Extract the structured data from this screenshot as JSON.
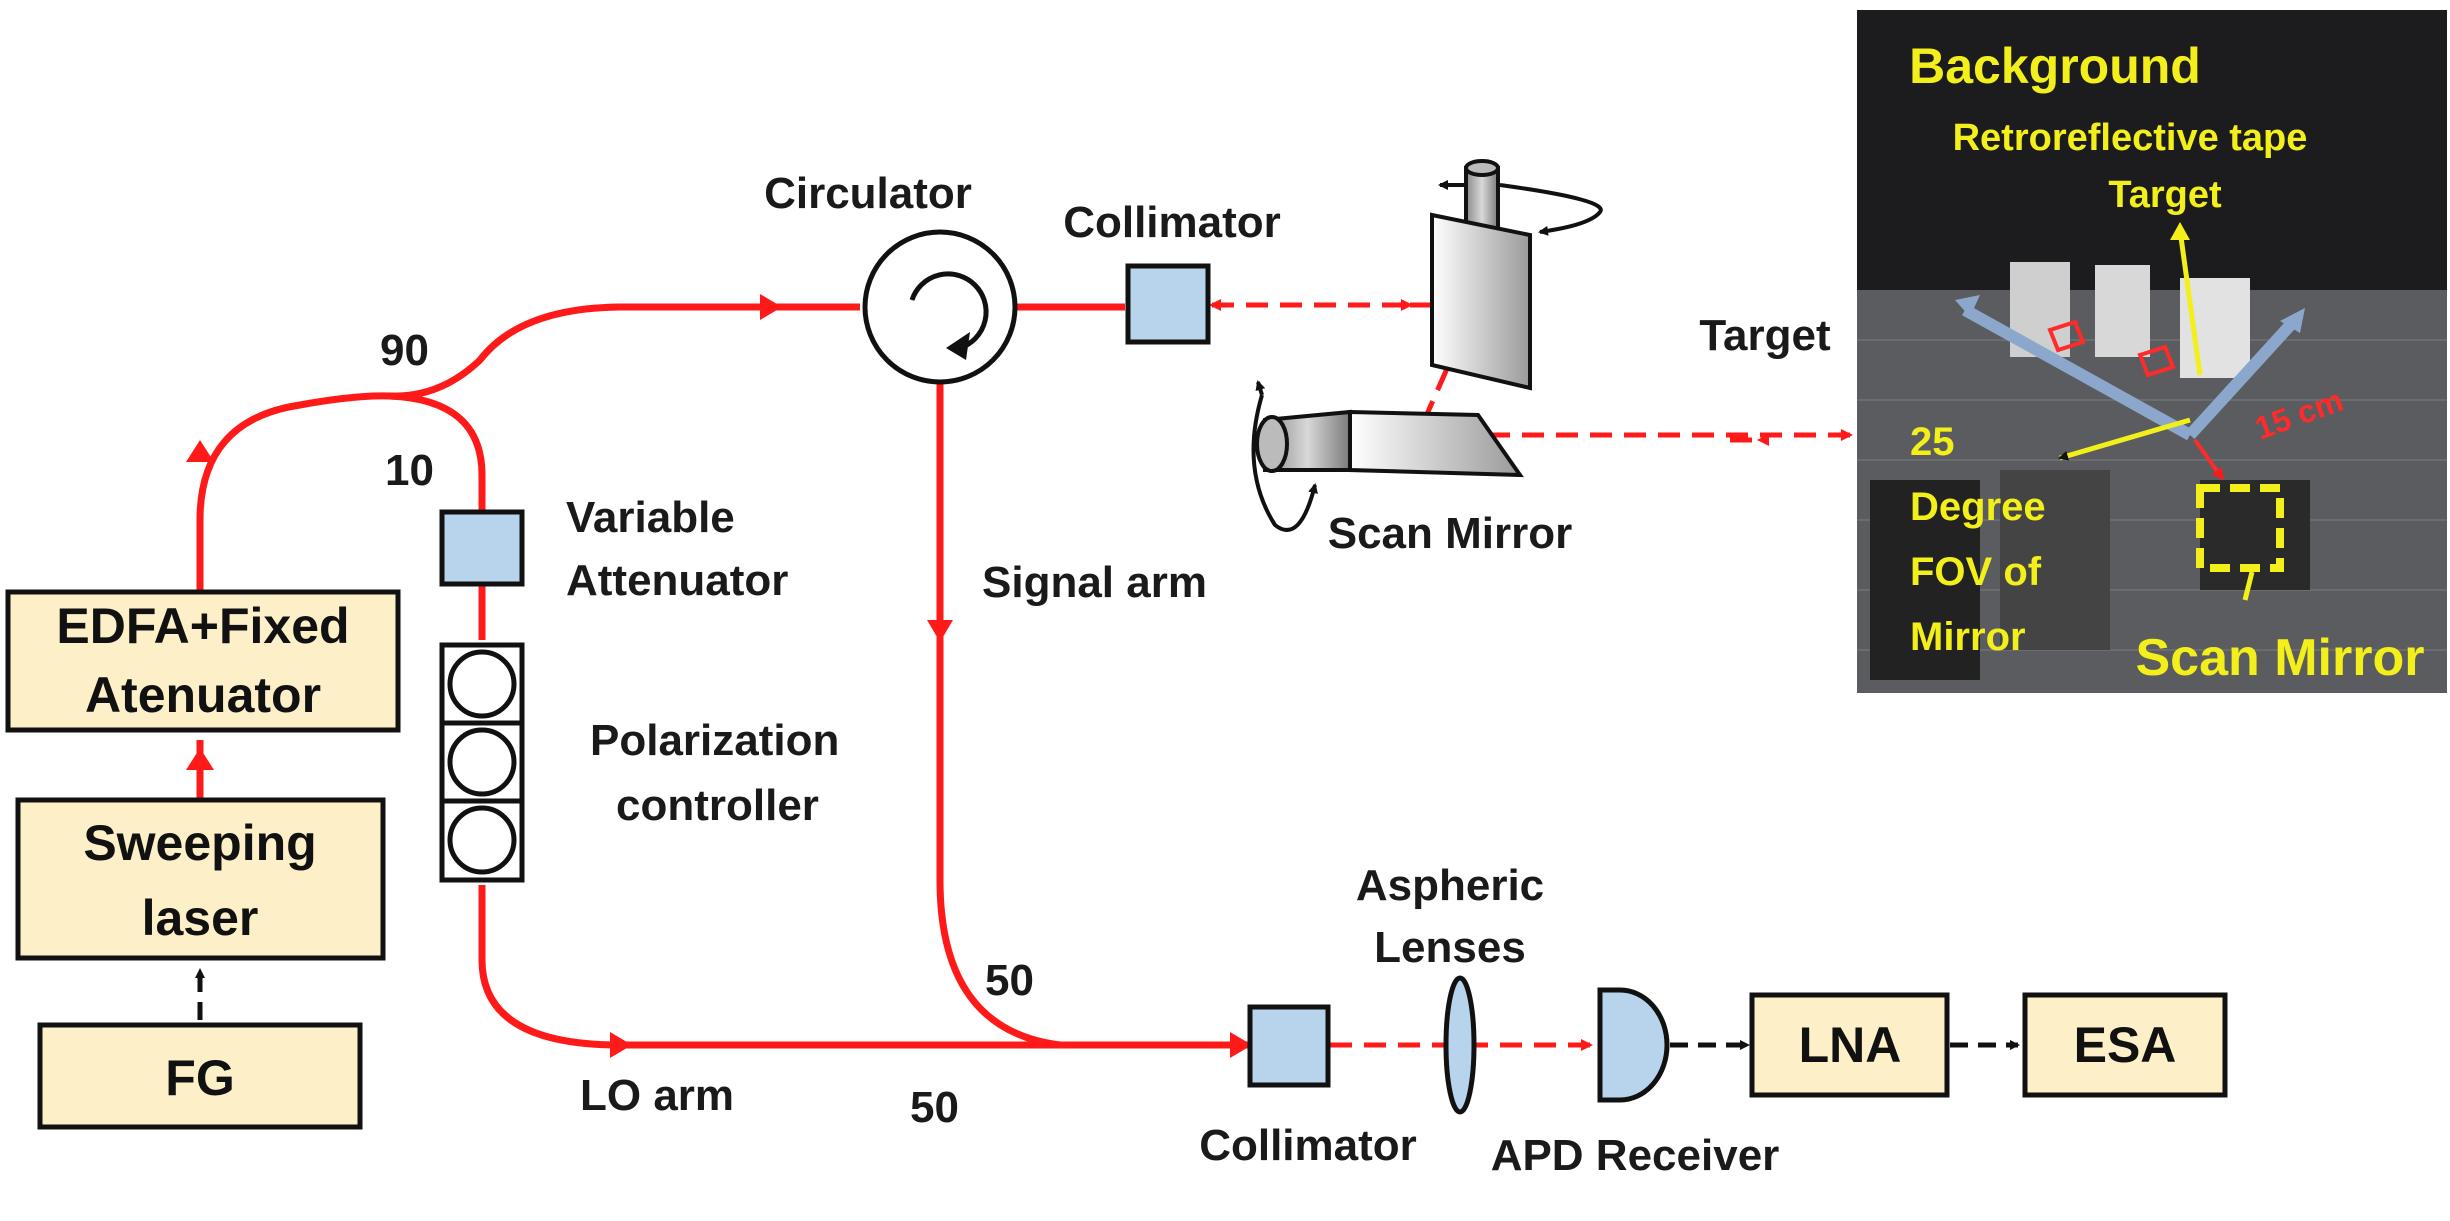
{
  "boxes": {
    "edfa": [
      "EDFA+Fixed",
      "Atenuator"
    ],
    "sweeping_laser": [
      "Sweeping",
      "laser"
    ],
    "fg": "FG",
    "lna": "LNA",
    "esa": "ESA"
  },
  "labels": {
    "circulator": "Circulator",
    "collimator_top": "Collimator",
    "collimator_bottom": "Collimator",
    "target": "Target",
    "scan_mirror": "Scan Mirror",
    "signal_arm": "Signal arm",
    "lo_arm": "LO arm",
    "variable_attenuator": [
      "Variable",
      "Attenuator"
    ],
    "polarization_controller": [
      "Polarization",
      "controller"
    ],
    "aspheric_lenses": [
      "Aspheric",
      "Lenses"
    ],
    "apd_receiver": "APD Receiver",
    "split_90": "90",
    "split_10": "10",
    "coupler_50_top": "50",
    "coupler_50_bottom": "50"
  },
  "photo": {
    "background": "Background",
    "retroreflective_tape": "Retroreflective tape",
    "target": "Target",
    "fov": [
      "25",
      "Degree",
      "FOV of",
      "Mirror"
    ],
    "distance": "15 cm",
    "scan_mirror": "Scan Mirror"
  },
  "colors": {
    "fiber": "#ff1a1a",
    "box_fill": "#fdf0c8",
    "component_fill": "#b8d4ec",
    "photo_label": "#f2ef1a"
  }
}
